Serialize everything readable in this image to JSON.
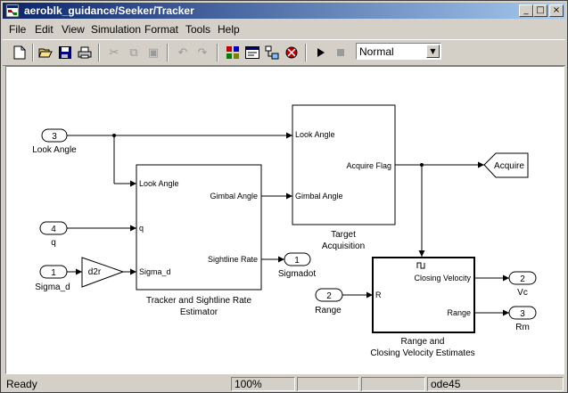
{
  "window": {
    "title": "aeroblk_guidance/Seeker/Tracker",
    "controls": {
      "minimize": "_",
      "maximize": "□",
      "close": "×"
    }
  },
  "menu": [
    "File",
    "Edit",
    "View",
    "Simulation",
    "Format",
    "Tools",
    "Help"
  ],
  "toolbar": {
    "buttons": [
      {
        "name": "new-icon",
        "enabled": true
      },
      {
        "name": "open-icon",
        "enabled": true
      },
      {
        "name": "save-icon",
        "enabled": true
      },
      {
        "name": "print-icon",
        "enabled": true
      },
      {
        "name": "cut-icon",
        "enabled": false
      },
      {
        "name": "copy-icon",
        "enabled": false
      },
      {
        "name": "paste-icon",
        "enabled": false
      },
      {
        "name": "undo-icon",
        "enabled": false
      },
      {
        "name": "redo-icon",
        "enabled": false
      },
      {
        "name": "library-browser-icon",
        "enabled": true
      },
      {
        "name": "model-explorer-icon",
        "enabled": true
      },
      {
        "name": "go-to-parent-icon",
        "enabled": true
      },
      {
        "name": "debugger-icon",
        "enabled": true
      },
      {
        "name": "start-simulation-icon",
        "enabled": true
      },
      {
        "name": "stop-simulation-icon",
        "enabled": false
      }
    ],
    "sim_mode": "Normal"
  },
  "diagram": {
    "ports": {
      "look_angle": {
        "num": "3",
        "label": "Look Angle"
      },
      "q": {
        "num": "4",
        "label": "q"
      },
      "sigma_d": {
        "num": "1",
        "label": "Sigma_d"
      },
      "range": {
        "num": "2",
        "label": "Range"
      },
      "sigmadot": {
        "num": "1",
        "label": "Sigmadot"
      },
      "vc": {
        "num": "2",
        "label": "Vc"
      },
      "rm": {
        "num": "3",
        "label": "Rm"
      }
    },
    "gain": {
      "text": "d2r"
    },
    "goto": {
      "text": "Acquire"
    },
    "tracker": {
      "in_look_angle": "Look Angle",
      "in_q": "q",
      "in_sigma_d": "Sigma_d",
      "out_gimbal": "Gimbal Angle",
      "out_rate": "Sightline  Rate",
      "name1": "Tracker and Sightline Rate",
      "name2": "Estimator"
    },
    "target": {
      "in_look_angle": "Look Angle",
      "in_gimbal": "Gimbal Angle",
      "out_flag": "Acquire Flag",
      "name1": "Target",
      "name2": "Acquisition"
    },
    "range_est": {
      "in_r": "R",
      "out_cv": "Closing Velocity",
      "out_range": "Range",
      "name1": "Range and",
      "name2": "Closing Velocity Estimates"
    }
  },
  "status": {
    "message": "Ready",
    "zoom": "100%",
    "solver": "ode45"
  }
}
